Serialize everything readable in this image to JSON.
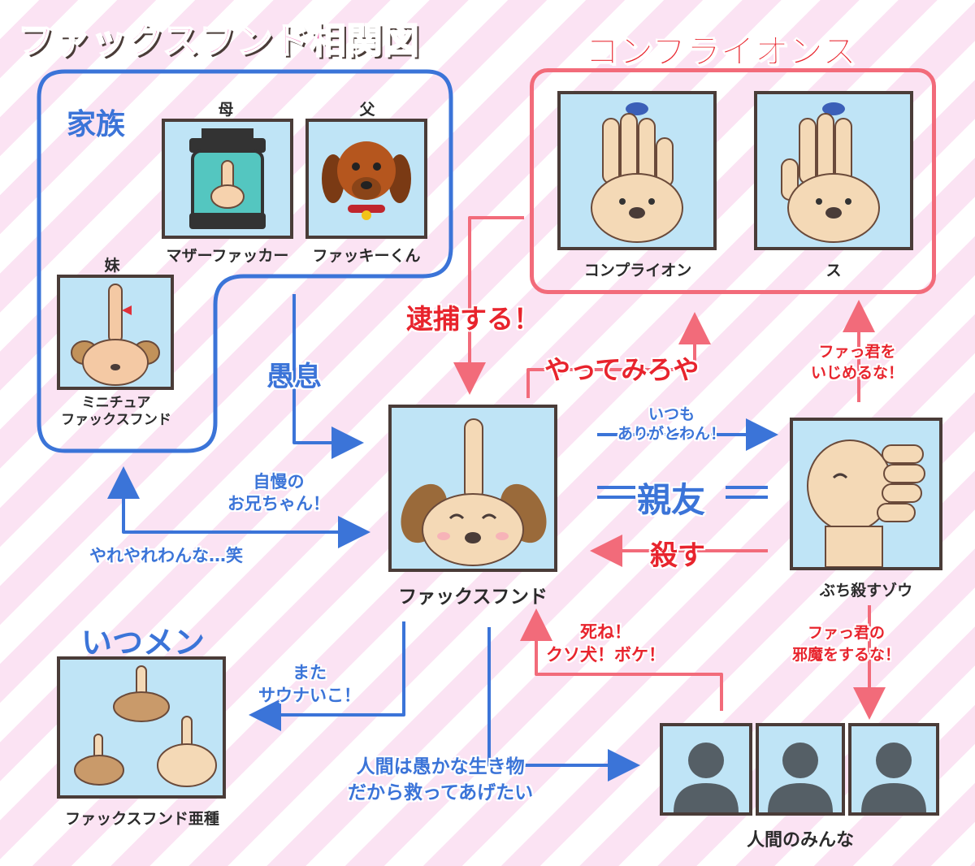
{
  "title": "ファックスフンド相関図",
  "compliance": {
    "title": "コンプライオンス",
    "left_label": "コンプライオン",
    "right_label": "ス"
  },
  "family": {
    "title": "家族",
    "mother_role": "母",
    "mother_label": "マザーファッカー",
    "father_role": "父",
    "father_label": "ファッキーくん",
    "sister_role": "妹",
    "sister_label_1": "ミニチュア",
    "sister_label_2": "ファックスフンド"
  },
  "center": {
    "label": "ファックスフンド"
  },
  "elephant": {
    "label": "ぶち殺すゾウ"
  },
  "itsumen": {
    "title": "いつメン",
    "label": "ファックスフンド亜種"
  },
  "humans": {
    "label": "人間のみんな"
  },
  "relations": {
    "arrest": "逮捕する！",
    "try_it": "やってみろや",
    "fool_son": "愚息",
    "proud_brother_1": "自慢の",
    "proud_brother_2": "お兄ちゃん！",
    "yareyare": "やれやれわんな…笑",
    "thanks_1": "いつも",
    "thanks_2": "ありがとわん！",
    "best_friend": "親友",
    "kill": "殺す",
    "dont_bully_1": "ファっ君を",
    "dont_bully_2": "いじめるな！",
    "die_1": "死ね！",
    "die_2": "クソ犬！ボケ！",
    "dont_disturb_1": "ファっ君の",
    "dont_disturb_2": "邪魔をするな！",
    "sauna_1": "また",
    "sauna_2": "サウナいこ！",
    "save_1": "人間は愚かな生き物",
    "save_2": "だから救ってあげたい"
  },
  "colors": {
    "blue": "#3b74d8",
    "red": "#e8242d",
    "pink": "#f06eb4",
    "card_bg": "#bfe4f6",
    "outline": "#4a3c38"
  }
}
